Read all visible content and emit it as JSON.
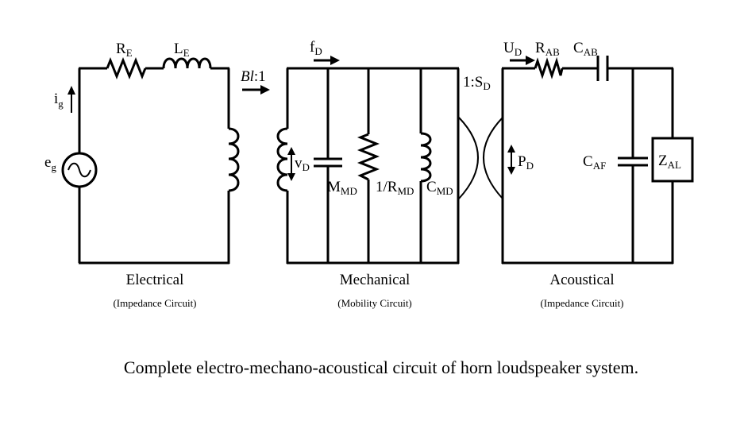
{
  "symbols": {
    "RE": {
      "main": "R",
      "sub": "E"
    },
    "LE": {
      "main": "L",
      "sub": "E"
    },
    "ig": {
      "main": "i",
      "sub": "g"
    },
    "eg": {
      "main": "e",
      "sub": "g"
    },
    "bl_italic": "Bl",
    "bl_ratio": ":1",
    "fD": {
      "main": "f",
      "sub": "D"
    },
    "vD": {
      "main": "v",
      "sub": "D"
    },
    "MMD": {
      "main": "M",
      "sub": "MD"
    },
    "RMD": {
      "main": "1/R",
      "sub": "MD"
    },
    "CMD": {
      "main": "C",
      "sub": "MD"
    },
    "SD": {
      "main": "1:S",
      "sub": "D"
    },
    "UD": {
      "main": "U",
      "sub": "D"
    },
    "RAB": {
      "main": "R",
      "sub": "AB"
    },
    "CAB": {
      "main": "C",
      "sub": "AB"
    },
    "PD": {
      "main": "P",
      "sub": "D"
    },
    "CAF": {
      "main": "C",
      "sub": "AF"
    },
    "ZAL": {
      "main": "Z",
      "sub": "AL"
    }
  },
  "sections": {
    "electrical": {
      "title": "Electrical",
      "note": "(Impedance Circuit)"
    },
    "mechanical": {
      "title": "Mechanical",
      "note": "(Mobility Circuit)"
    },
    "acoustical": {
      "title": "Acoustical",
      "note": "(Impedance Circuit)"
    }
  },
  "caption": "Complete electro-mechano-acoustical circuit of horn loudspeaker system."
}
